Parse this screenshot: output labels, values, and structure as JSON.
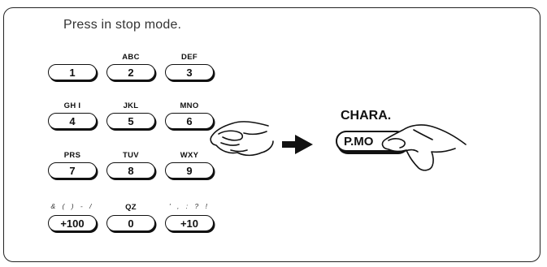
{
  "instruction": "Press in stop mode.",
  "keys": [
    {
      "label": "",
      "value": "1"
    },
    {
      "label": "ABC",
      "value": "2"
    },
    {
      "label": "DEF",
      "value": "3"
    },
    {
      "label": "GH I",
      "value": "4"
    },
    {
      "label": "JKL",
      "value": "5"
    },
    {
      "label": "MNO",
      "value": "6"
    },
    {
      "label": "PRS",
      "value": "7"
    },
    {
      "label": "TUV",
      "value": "8"
    },
    {
      "label": "WXY",
      "value": "9"
    },
    {
      "label": "& (  ) - /",
      "value": "+100"
    },
    {
      "label": "QZ",
      "value": "0"
    },
    {
      "label": "' , : ? !",
      "value": "+10"
    }
  ],
  "chara_label": "CHARA.",
  "pmode_button": "P.MO"
}
